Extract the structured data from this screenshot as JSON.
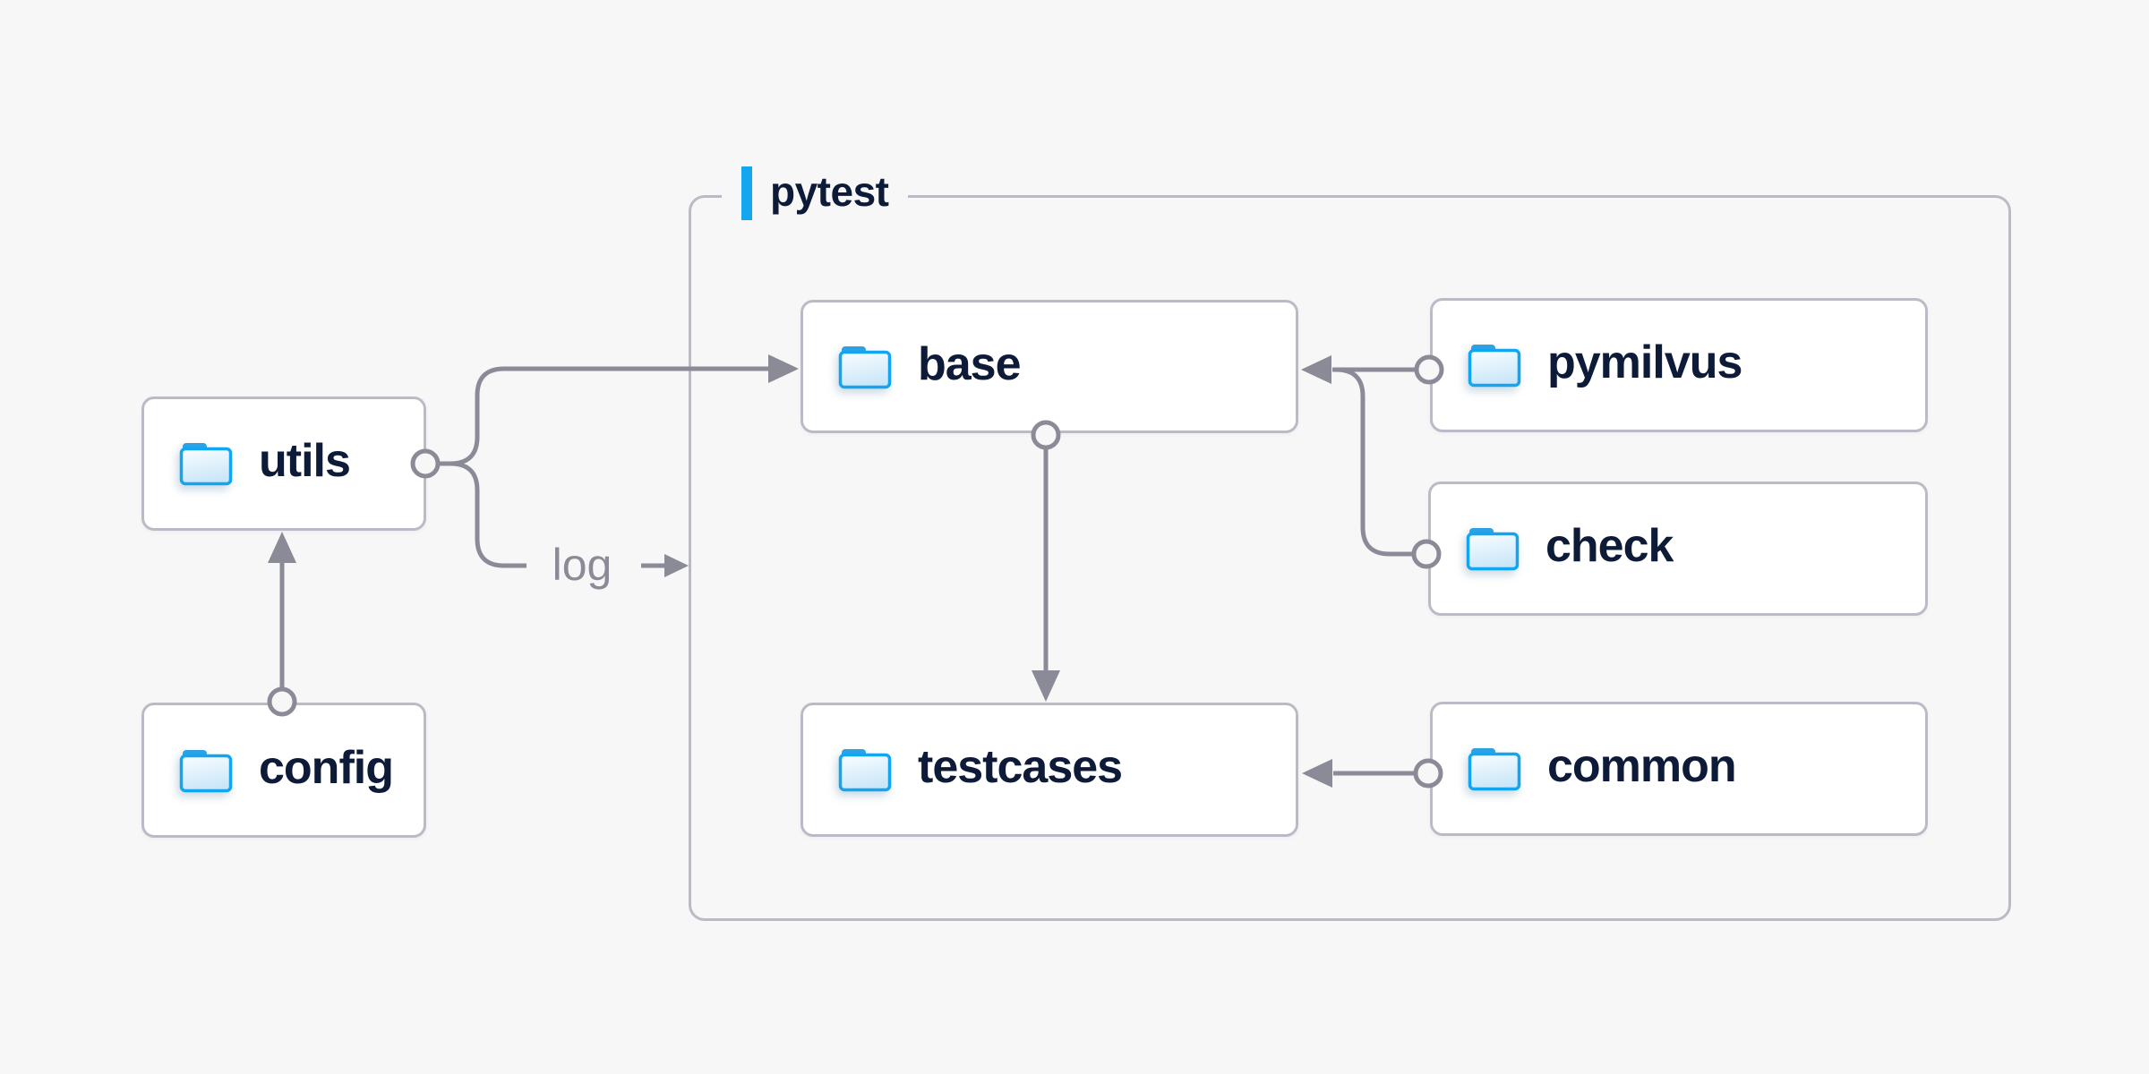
{
  "diagram": {
    "container_label": "pytest",
    "edge_label": "log",
    "nodes": [
      {
        "id": "utils",
        "label": "utils",
        "icon": "folder-icon"
      },
      {
        "id": "config",
        "label": "config",
        "icon": "folder-icon"
      },
      {
        "id": "base",
        "label": "base",
        "icon": "folder-icon"
      },
      {
        "id": "testcases",
        "label": "testcases",
        "icon": "folder-icon"
      },
      {
        "id": "pymilvus",
        "label": "pymilvus",
        "icon": "folder-icon"
      },
      {
        "id": "check",
        "label": "check",
        "icon": "folder-icon"
      },
      {
        "id": "common",
        "label": "common",
        "icon": "folder-icon"
      }
    ],
    "edges": [
      {
        "from": "config",
        "to": "utils"
      },
      {
        "from": "utils",
        "to": "base"
      },
      {
        "from": "utils",
        "to": "log",
        "label": "log"
      },
      {
        "from": "base",
        "to": "testcases"
      },
      {
        "from": "pymilvus",
        "to": "base"
      },
      {
        "from": "check",
        "to": "base"
      },
      {
        "from": "common",
        "to": "testcases"
      }
    ],
    "colors": {
      "background": "#F7F7F8",
      "node_fill": "#FFFFFF",
      "node_border": "#BABBC6",
      "connector_gray": "#8A8B97",
      "text_navy": "#0D1B38",
      "accent_blue": "#14A7F0",
      "folder_stroke": "#12A5F2",
      "folder_tab": "#2CA2E5"
    }
  }
}
